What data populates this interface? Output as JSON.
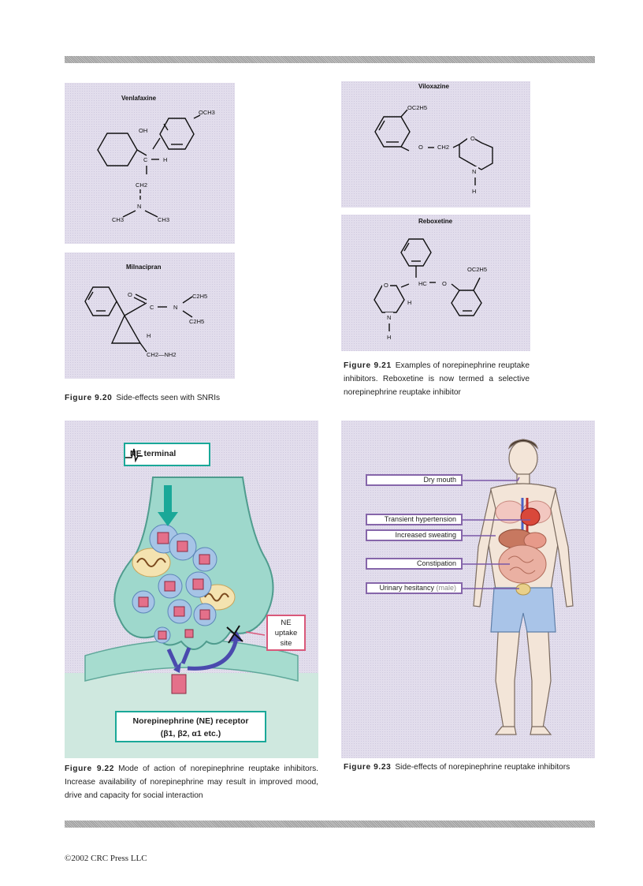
{
  "molecules": {
    "venlafaxine": {
      "name": "Venlafaxine",
      "och3": "OCH3",
      "oh": "OH",
      "c": "C",
      "h": "H",
      "ch2": "CH2",
      "n": "N",
      "ch3_left": "CH3",
      "ch3_right": "CH3"
    },
    "milnacipran": {
      "name": "Milnacipran",
      "o": "O",
      "c": "C",
      "n": "N",
      "c2h5_top": "C2H5",
      "c2h5_bottom": "C2H5",
      "h": "H",
      "ch2nh2": "CH2—NH2"
    },
    "viloxazine": {
      "name": "Viloxazine",
      "oc2h5": "OC2H5",
      "o_link": "O",
      "ch2": "CH2",
      "o_ring": "O",
      "n": "N",
      "h": "H"
    },
    "reboxetine": {
      "name": "Reboxetine",
      "oc2h5": "OC2H5",
      "hc": "HC",
      "o_link": "O",
      "o_ring": "O",
      "h_ring": "H",
      "n": "N",
      "h_n": "H"
    }
  },
  "captions": {
    "fig920": {
      "number": "Figure 9.20",
      "text": "Side-effects seen with SNRIs"
    },
    "fig921": {
      "number": "Figure 9.21",
      "text": "Examples of norepinephrine reuptake inhibitors. Reboxetine is now termed a selective norepinephrine reuptake inhibitor"
    },
    "fig922": {
      "number": "Figure 9.22",
      "text": "Mode of action of norepinephrine reuptake inhibitors. Increase availability of norepinephrine may result in improved mood, drive and capacity for social interaction"
    },
    "fig923": {
      "number": "Figure 9.23",
      "text": "Side-effects of norepinephrine reuptake inhibitors"
    }
  },
  "synapse": {
    "terminal_label": "NE terminal",
    "uptake_label_1": "NE",
    "uptake_label_2": "uptake",
    "uptake_label_3": "site",
    "receptor_label_1": "Norepinephrine (NE) receptor",
    "receptor_label_2": "(β1, β2, α1 etc.)"
  },
  "side_effects": {
    "dry_mouth": "Dry mouth",
    "transient_hypertension": "Transient hypertension",
    "increased_sweating": "Increased sweating",
    "constipation": "Constipation",
    "urinary_hesitancy": "Urinary hesitancy",
    "urinary_qualifier": "(male)"
  },
  "colors": {
    "rule": "#aaaaaa",
    "panel": "#e2ddec",
    "teal": "#1aa898",
    "purple": "#8666aa",
    "cyto": "#9ed8cc"
  },
  "footer": "©2002 CRC Press LLC"
}
